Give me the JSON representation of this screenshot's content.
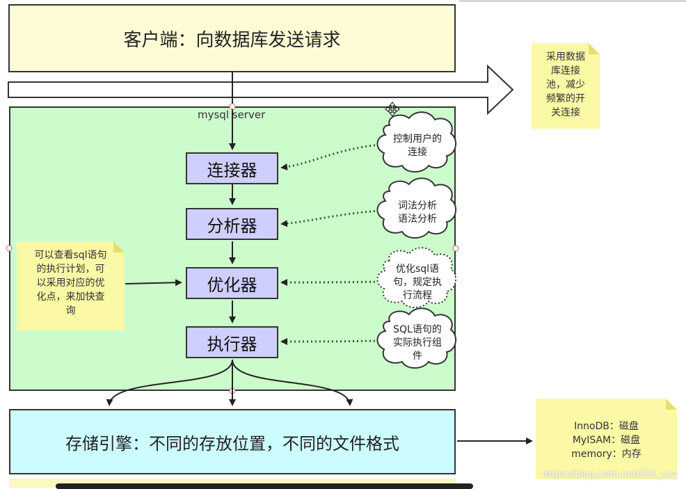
{
  "client": {
    "label": "客户端：向数据库发送请求"
  },
  "server": {
    "label": "mysql server"
  },
  "components": {
    "connector": "连接器",
    "analyzer": "分析器",
    "optimizer": "优化器",
    "executor": "执行器"
  },
  "clouds": {
    "connector_note": [
      "控制用户的",
      "连接"
    ],
    "analyzer_note": [
      "词法分析",
      "语法分析"
    ],
    "optimizer_note": [
      "优化sql语",
      "句，规定执",
      "行流程"
    ],
    "executor_note": [
      "SQL语句的",
      "实际执行组",
      "件"
    ]
  },
  "notes": {
    "pool": [
      "采用数据",
      "库连接",
      "池，减少",
      "频繁的开",
      "关连接"
    ],
    "sql_plan": [
      "可以查看sql语句",
      "的执行计划，可",
      "以采用对应的优",
      "化点，来加快查",
      "询"
    ],
    "engines": [
      "InnoDB：磁盘",
      "MyISAM：磁盘",
      "memory：内存"
    ]
  },
  "storage": {
    "label": "存储引擎：不同的存放位置，不同的文件格式"
  },
  "watermark": "https://blog.csdn.net/ZGL_cyy",
  "colors": {
    "client_bg": "#fdfcd6",
    "server_bg": "#ccfccc",
    "component_bg": "#cfcfff",
    "storage_bg": "#ccfcff",
    "note_bg": "#fbf8a6"
  }
}
